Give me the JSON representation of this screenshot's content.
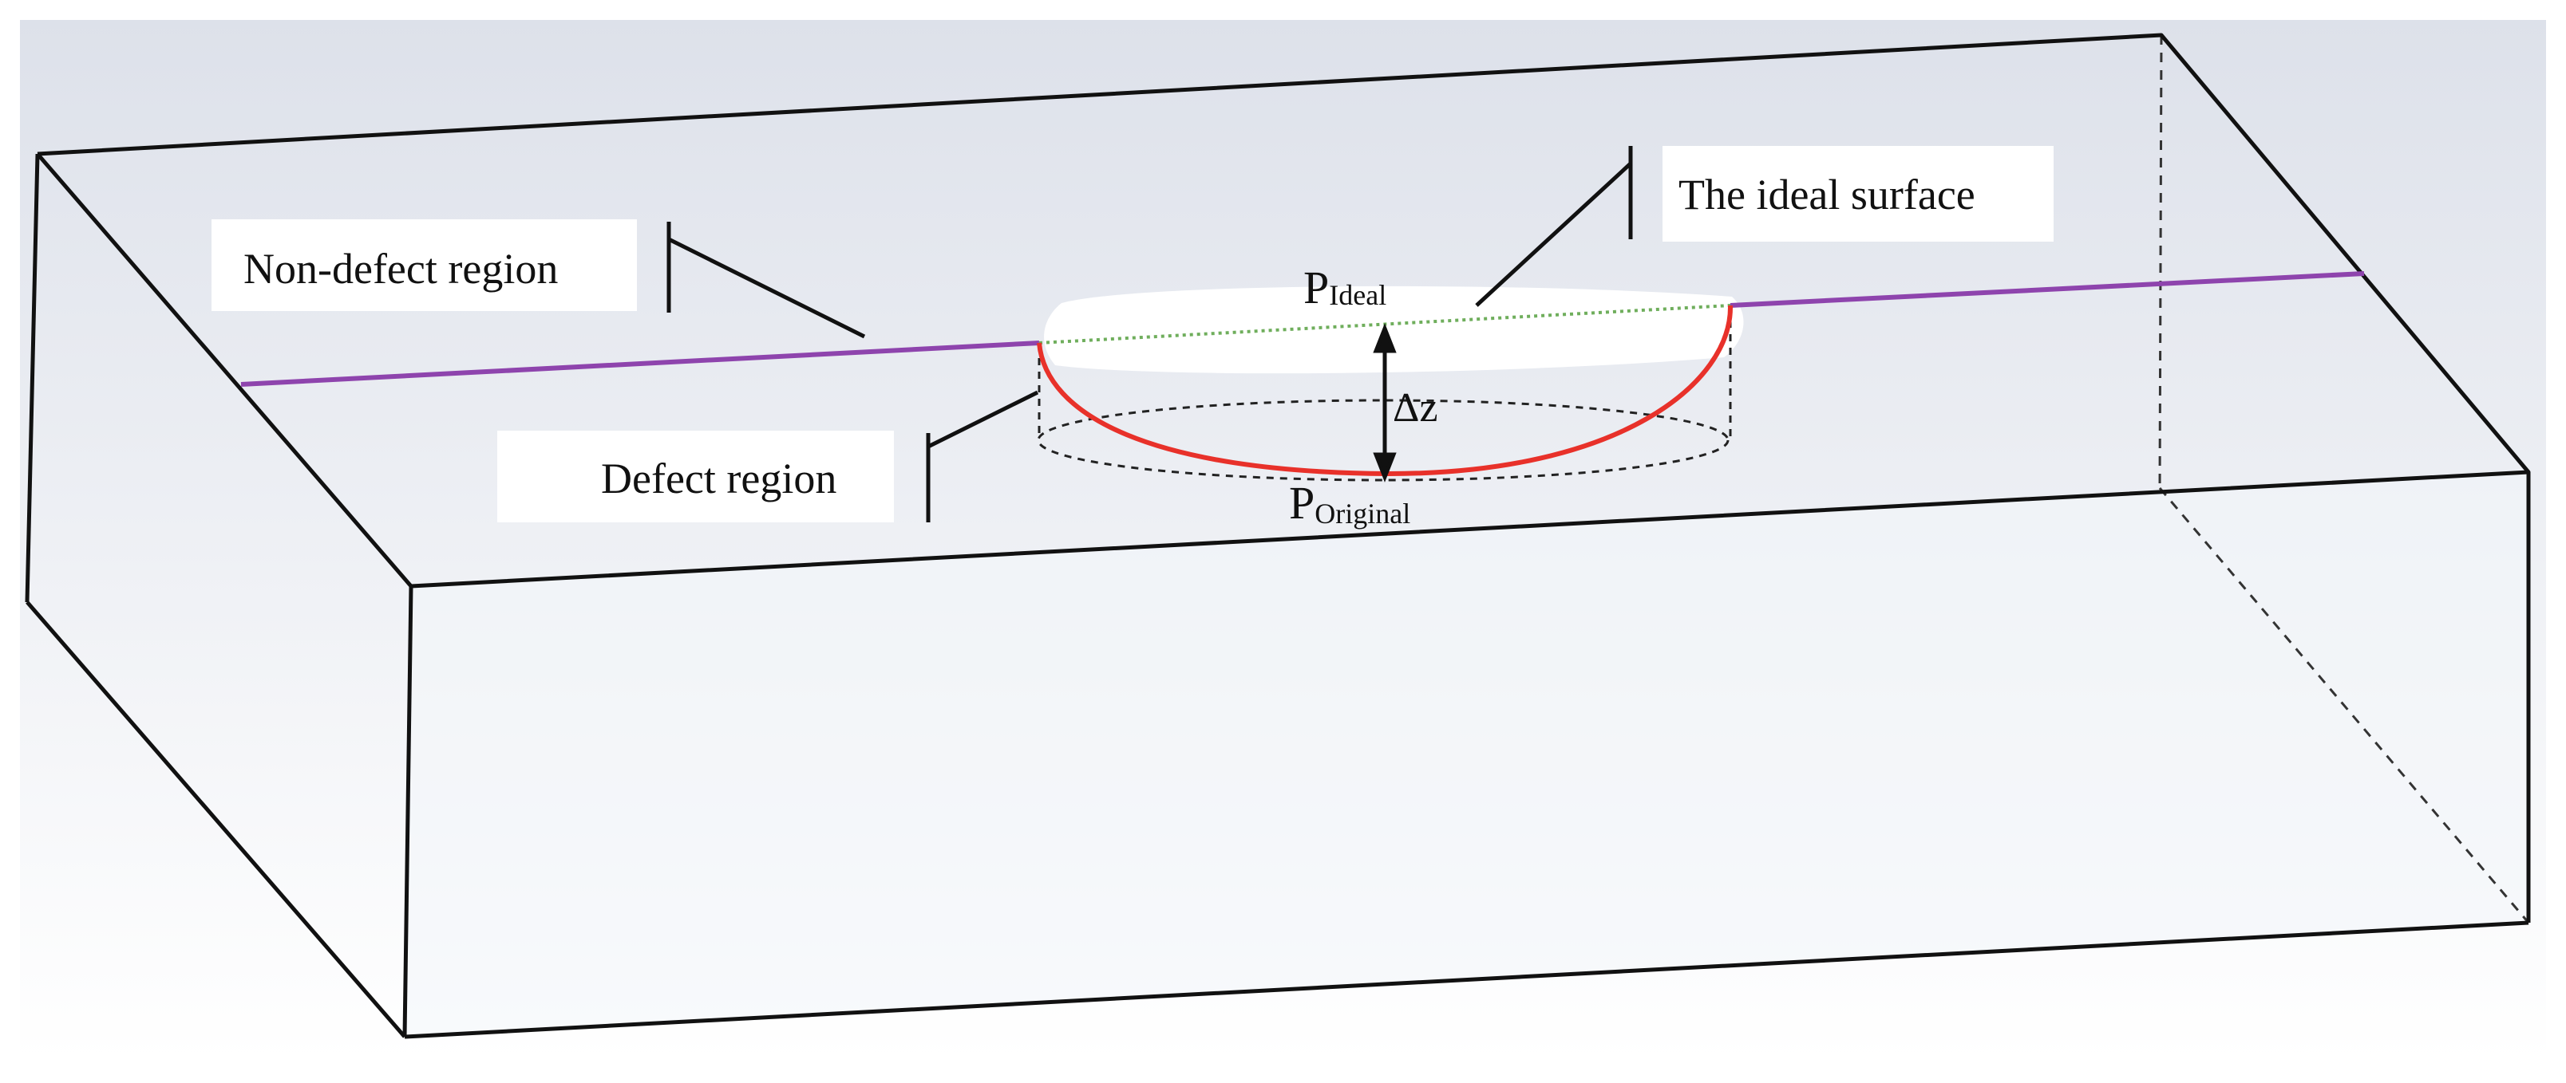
{
  "labels": {
    "non_defect_region": "Non-defect region",
    "defect_region": "Defect region",
    "ideal_surface": "The ideal surface",
    "p_ideal": {
      "base": "P",
      "sub": "Ideal"
    },
    "p_original": {
      "base": "P",
      "sub": "Original"
    },
    "delta_z": "Δz"
  },
  "colors": {
    "box_edge": "#111111",
    "profile_line": "#8e44ad",
    "defect_curve": "#e8312a",
    "ideal_line": "#6fae5c",
    "background_top": "#dde1ea",
    "background_bottom": "#ffffff"
  }
}
